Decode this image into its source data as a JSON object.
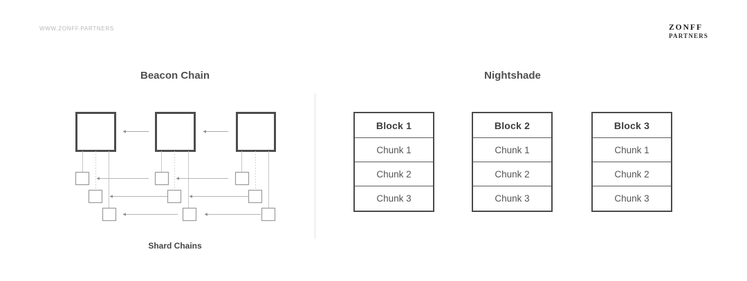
{
  "header": {
    "watermark": "WWW.ZONFF.PARTNERS",
    "logo": {
      "line1": "ZONFF",
      "line2": "PARTNERS"
    }
  },
  "beacon_section": {
    "title": "Beacon Chain",
    "caption": "Shard Chains",
    "beacon_block_count": 3,
    "shard_rows": 3,
    "shard_columns": 3,
    "arrow_direction": "left"
  },
  "nightshade_section": {
    "title": "Nightshade",
    "blocks": [
      {
        "title": "Block 1",
        "chunks": [
          "Chunk 1",
          "Chunk 2",
          "Chunk 3"
        ]
      },
      {
        "title": "Block 2",
        "chunks": [
          "Chunk 1",
          "Chunk 2",
          "Chunk 3"
        ]
      },
      {
        "title": "Block 3",
        "chunks": [
          "Chunk 1",
          "Chunk 2",
          "Chunk 3"
        ]
      }
    ]
  },
  "colors": {
    "background": "#ffffff",
    "beacon_block_border": "#4d4d4d",
    "shard_block_border": "#9a9a9a",
    "connector_line": "#c7c7c7",
    "arrow_line": "#a9a9a9",
    "table_border": "#4a4a4a",
    "title_text": "#4f4f4f",
    "watermark_text": "#b8b8b8",
    "logo_text": "#1c1c1c"
  }
}
